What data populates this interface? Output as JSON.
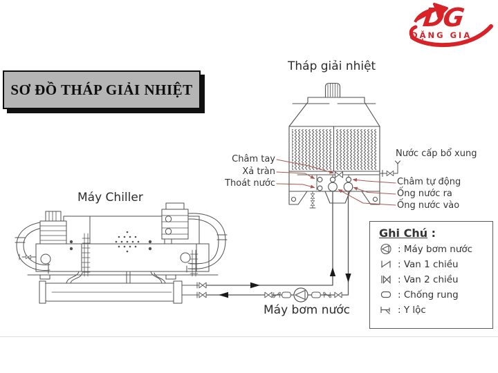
{
  "title_box": {
    "label": "SƠ ĐỒ THÁP GIẢI NHIỆT"
  },
  "logo": {
    "monogram": "DG",
    "company": "ĐẶNG GIA",
    "color": "#d72228"
  },
  "diagram": {
    "labels": {
      "tower": "Tháp giải nhiệt",
      "chiller": "Máy Chiller",
      "pump": "Máy bơm nước",
      "cham_tay": "Châm tay",
      "xa_tran": "Xả tràn",
      "thoat_nuoc": "Thoát nước",
      "nuoc_cap_bo_xung": "Nước cấp bổ xung",
      "cham_tu_dong": "Châm tự động",
      "ong_nuoc_ra": "Ống nước ra",
      "ong_nuoc_vao": "Ống nước vào"
    },
    "colors": {
      "machine_line": "#4f4f4f",
      "pipe_line": "#555555",
      "leader_line": "#a8584e",
      "arrow": "#1a1a1a"
    }
  },
  "legend": {
    "title_text": "Ghi Chú",
    "title_suffix": " :",
    "items": [
      {
        "icon": "pump-icon",
        "label": ": Máy bơm nước"
      },
      {
        "icon": "one-way-valve-icon",
        "label": ": Van 1 chiều"
      },
      {
        "icon": "two-way-valve-icon",
        "label": ": Van 2 chiều"
      },
      {
        "icon": "anti-vibration-icon",
        "label": ": Chống rung"
      },
      {
        "icon": "y-strainer-icon",
        "label": ": Y lộc"
      }
    ]
  }
}
